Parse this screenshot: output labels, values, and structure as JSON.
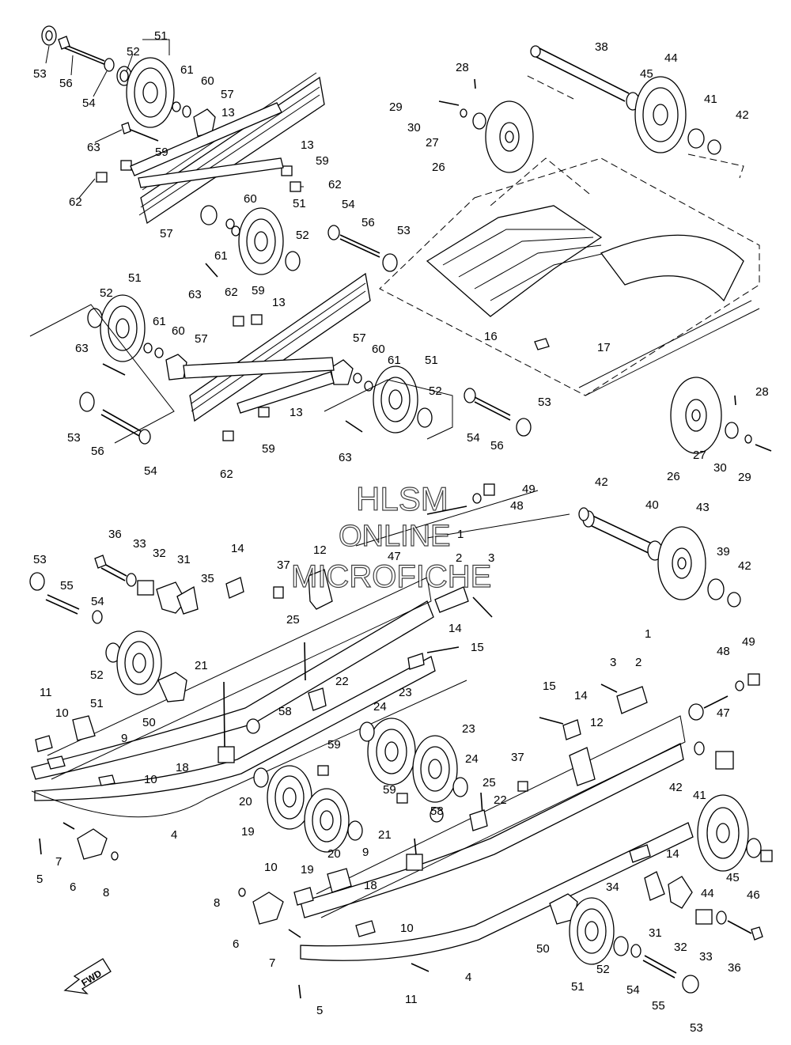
{
  "watermark": {
    "line1": "HLSM",
    "line2": "ONLINE",
    "line3": "MICROFICHE"
  },
  "fwd_label": "FWD",
  "callouts": {
    "c53a": "53",
    "c56a": "56",
    "c54a": "54",
    "c52a": "52",
    "c51a": "51",
    "c61a": "61",
    "c60a": "60",
    "c57a": "57",
    "c13a": "13",
    "c13b": "13",
    "c63a": "63",
    "c59a": "59",
    "c59b": "59",
    "c62a": "62",
    "c62b": "62",
    "c60b": "60",
    "c51b": "51",
    "c52b": "52",
    "c54b": "54",
    "c56b": "56",
    "c53b": "53",
    "c57b": "57",
    "c61b": "61",
    "c63b": "63",
    "c51c": "51",
    "c52c": "52",
    "c62c": "62",
    "c59c": "59",
    "c13c": "13",
    "c61c": "61",
    "c60c": "60",
    "c57c": "57",
    "c63c": "63",
    "c57d": "57",
    "c60d": "60",
    "c61d": "61",
    "c51d": "51",
    "c52d": "52",
    "c54c": "54",
    "c56c": "56",
    "c53c": "53",
    "c13d": "13",
    "c53d": "53",
    "c56d": "56",
    "c54d": "54",
    "c62d": "62",
    "c59d": "59",
    "c63d": "63",
    "c28a": "28",
    "c29a": "29",
    "c30a": "30",
    "c27a": "27",
    "c26a": "26",
    "c38": "38",
    "c44a": "44",
    "c45a": "45",
    "c41a": "41",
    "c42a": "42",
    "c16": "16",
    "c17": "17",
    "c28b": "28",
    "c27b": "27",
    "c30b": "30",
    "c29b": "29",
    "c26b": "26",
    "c49a": "49",
    "c48a": "48",
    "c42b": "42",
    "c40": "40",
    "c43": "43",
    "c39": "39",
    "c42c": "42",
    "c1a": "1",
    "c2a": "2",
    "c3a": "3",
    "c47a": "47",
    "c36a": "36",
    "c33a": "33",
    "c32a": "32",
    "c31a": "31",
    "c35": "35",
    "c14a": "14",
    "c37a": "37",
    "c12a": "12",
    "c53e": "53",
    "c55a": "55",
    "c54e": "54",
    "c52e": "52",
    "c51e": "51",
    "c25a": "25",
    "c14b": "14",
    "c15a": "15",
    "c21a": "21",
    "c22a": "22",
    "c50a": "50",
    "c11a": "11",
    "c10a": "10",
    "c9a": "9",
    "c58a": "58",
    "c23a": "23",
    "c24a": "24",
    "c18a": "18",
    "c10b": "10",
    "c59e": "59",
    "c20a": "20",
    "c19a": "19",
    "c4a": "4",
    "c7a": "7",
    "c5a": "5",
    "c6a": "6",
    "c8a": "8",
    "c1b": "1",
    "c3b": "3",
    "c2b": "2",
    "c48b": "48",
    "c49b": "49",
    "c15b": "15",
    "c14c": "14",
    "c12b": "12",
    "c47b": "47",
    "c23b": "23",
    "c24b": "24",
    "c37b": "37",
    "c25b": "25",
    "c22b": "22",
    "c42d": "42",
    "c41b": "41",
    "c59f": "59",
    "c58b": "58",
    "c21b": "21",
    "c20b": "20",
    "c19b": "19",
    "c9b": "9",
    "c18b": "18",
    "c10c": "10",
    "c14d": "14",
    "c45b": "45",
    "c46": "46",
    "c44b": "44",
    "c34": "34",
    "c8b": "8",
    "c6b": "6",
    "c10d": "10",
    "c50b": "50",
    "c31b": "31",
    "c32b": "32",
    "c33b": "33",
    "c36b": "36",
    "c7b": "7",
    "c52f": "52",
    "c54f": "54",
    "c4b": "4",
    "c51f": "51",
    "c55b": "55",
    "c53f": "53",
    "c11b": "11",
    "c5b": "5"
  }
}
